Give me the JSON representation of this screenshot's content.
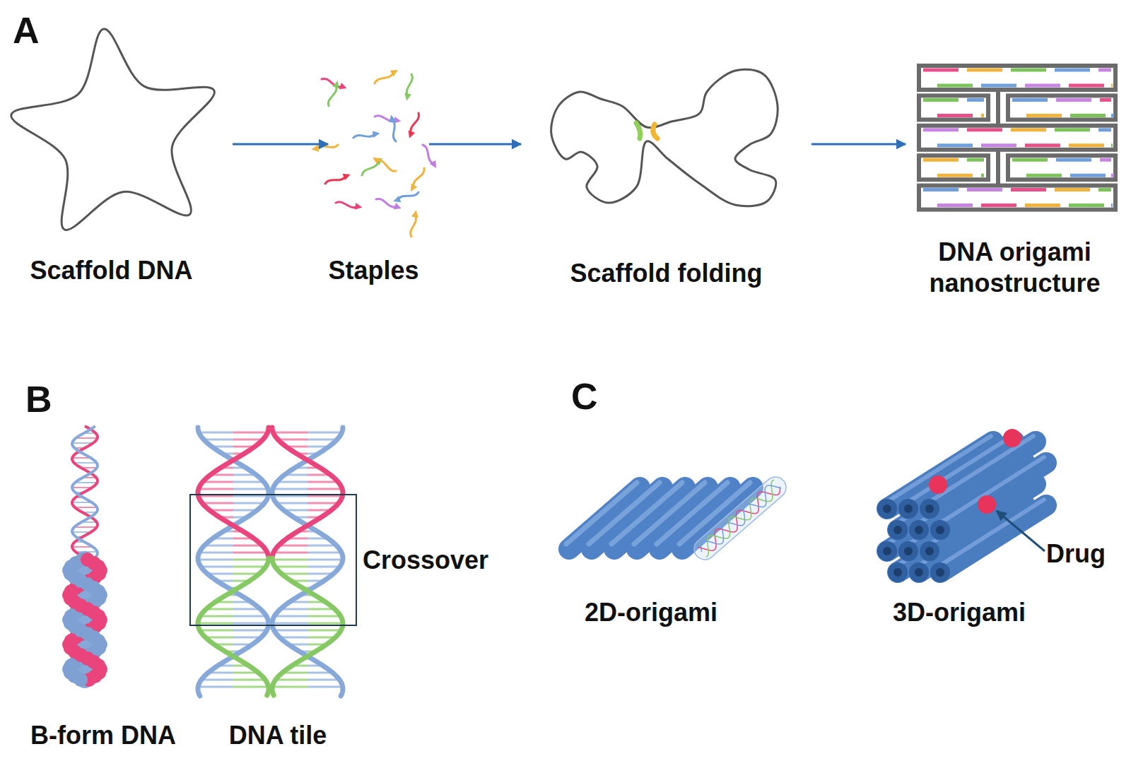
{
  "diagram": {
    "nodes": [
      {
        "text": [
          "Scaffold DNA"
        ]
      },
      {
        "text": [
          "Staples"
        ]
      },
      {
        "text": [
          "Scaffold folding"
        ]
      },
      {
        "text": [
          "DNA origami nanostructure"
        ]
      },
      {
        "text": [
          "Crossover"
        ]
      }
    ],
    "edges": [
      {
        "from": 0,
        "to": 1,
        "arrow": "to"
      },
      {
        "from": 1,
        "to": 2,
        "arrow": "to"
      },
      {
        "from": 2,
        "to": 3,
        "arrow": "to"
      }
    ],
    "labels": [
      "A",
      "B",
      "B-form DNA",
      "DNA tile",
      "C",
      "2D-origami",
      "3D-origami",
      "Drug"
    ]
  }
}
